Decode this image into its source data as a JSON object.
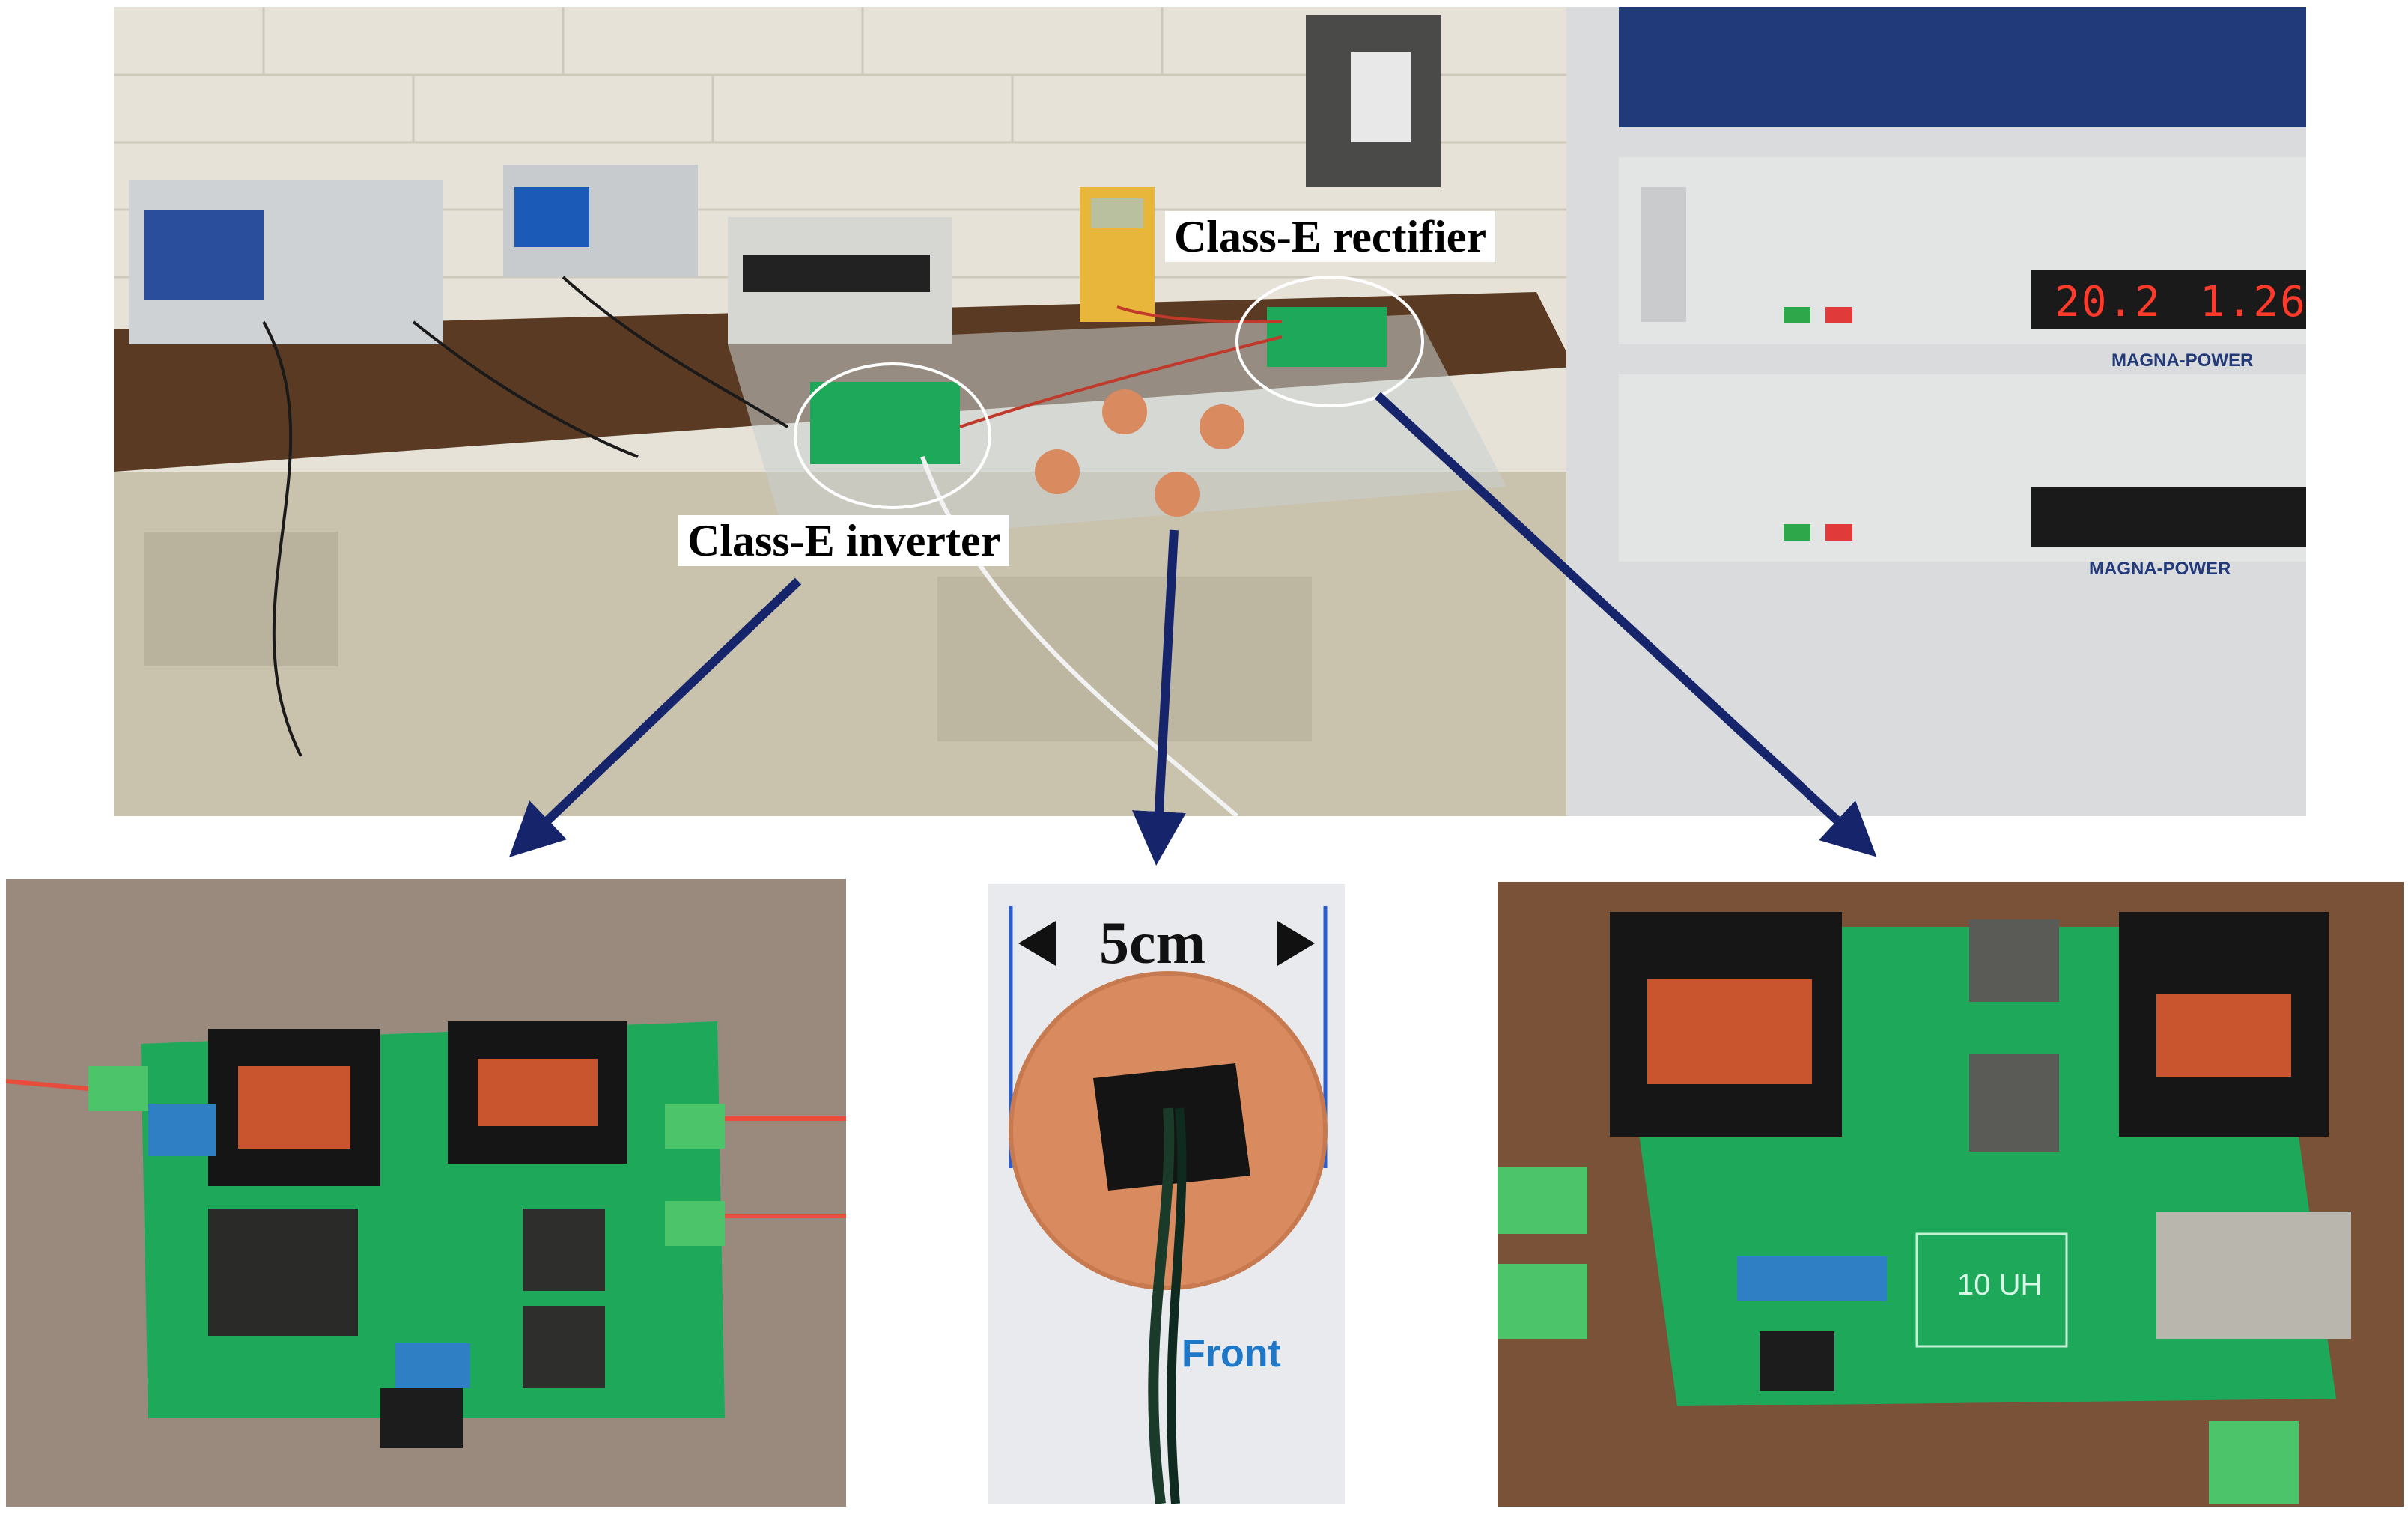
{
  "captions": {
    "rectifier": "Class-E rectifier",
    "inverter": "Class-E inverter"
  },
  "coil_detail": {
    "dimension": "5cm",
    "side": "Front"
  },
  "rectifier_detail": {
    "board_label": "10 UH"
  },
  "power_supply": {
    "voltage": "20.2",
    "current": "1.26",
    "brand": "MAGNA-POWER"
  },
  "colors": {
    "arrow": "#15246b",
    "pcb": "#1ea85a",
    "copper": "#d98a5f",
    "desk": "#5a3a22",
    "wall": "#e9e5dc"
  }
}
